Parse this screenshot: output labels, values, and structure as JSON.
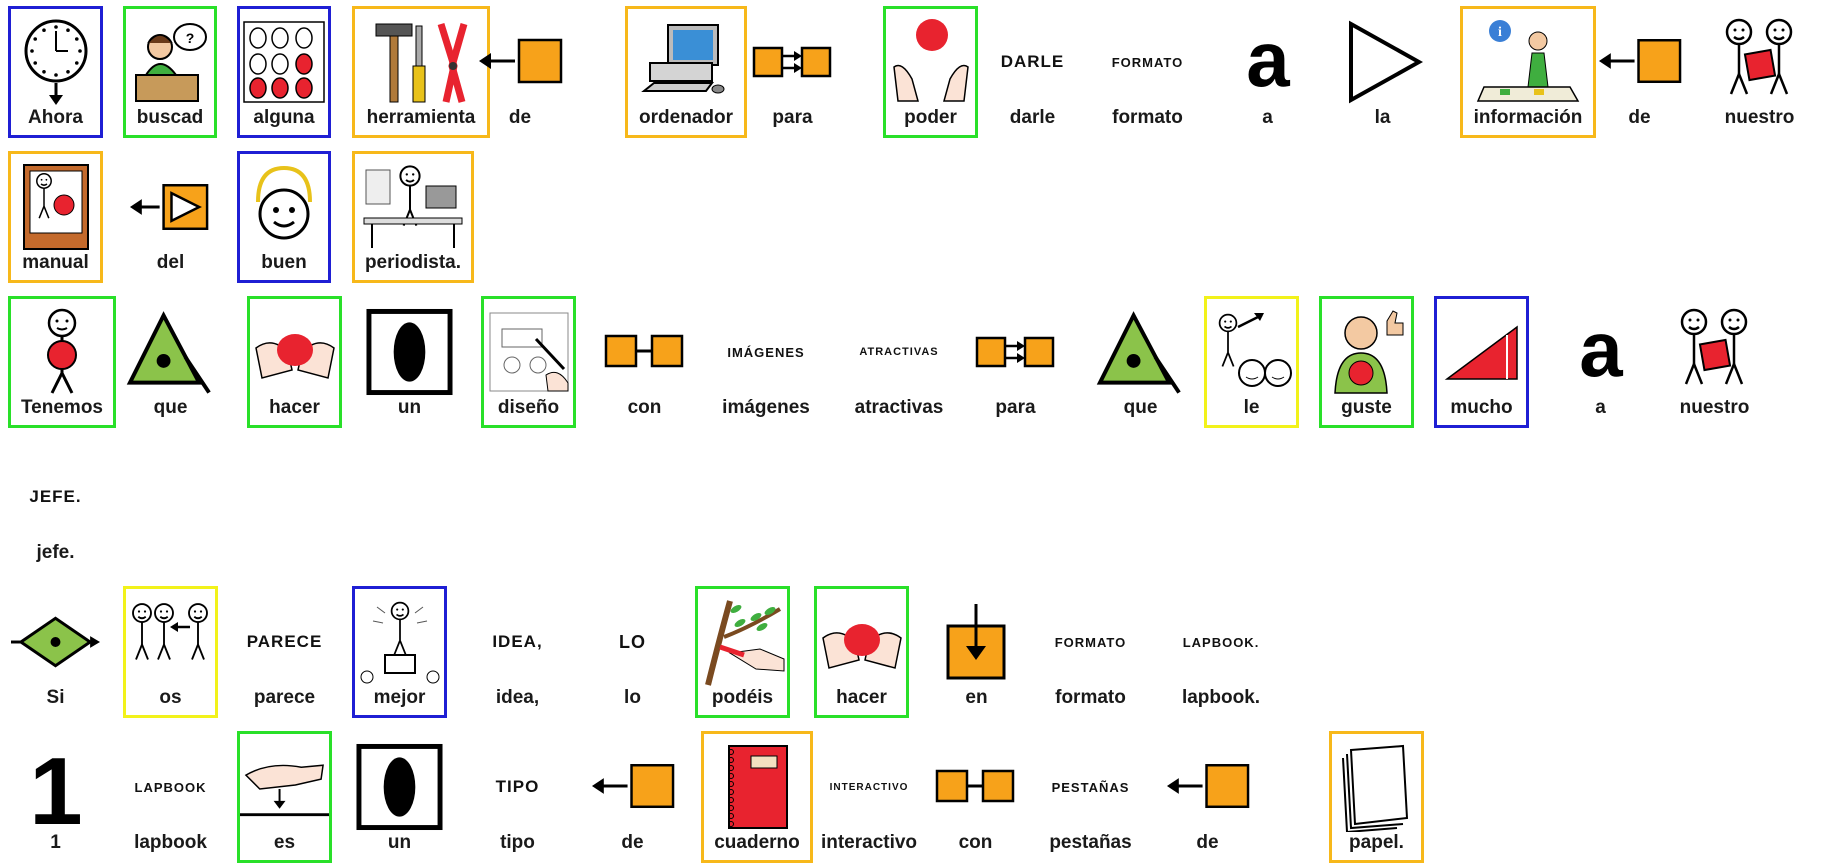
{
  "colors": {
    "blue": "#1f1fd4",
    "green": "#29e029",
    "orange": "#f7b81a",
    "yellow": "#f2f21a",
    "orange_fill": "#f7a21a"
  },
  "rows": [
    {
      "cells": [
        {
          "word": "Ahora",
          "border": "blue",
          "icon": "clock-icon"
        },
        {
          "word": "buscad",
          "border": "green",
          "icon": "search-person-icon"
        },
        {
          "word": "alguna",
          "border": "blue",
          "icon": "some-dots-icon"
        },
        {
          "word": "herramienta",
          "border": "orange",
          "icon": "tools-icon"
        },
        {
          "word": "de",
          "border": "none",
          "icon": "arrow-left-square-icon"
        },
        {
          "word": "ordenador",
          "border": "orange",
          "icon": "computer-icon"
        },
        {
          "word": "para",
          "border": "none",
          "icon": "two-squares-arrows-icon"
        },
        {
          "word": "poder",
          "border": "green",
          "icon": "hands-ball-icon"
        },
        {
          "word": "darle",
          "border": "none",
          "caps": "DARLE"
        },
        {
          "word": "formato",
          "border": "none",
          "caps": "FORMATO"
        },
        {
          "word": "a",
          "border": "none",
          "icon": "letter-a-icon"
        },
        {
          "word": "la",
          "border": "none",
          "icon": "triangle-right-icon"
        },
        {
          "word": "información",
          "border": "orange",
          "icon": "info-desk-icon"
        },
        {
          "word": "de",
          "border": "none",
          "icon": "arrow-left-square-icon"
        },
        {
          "word": "nuestro",
          "border": "none",
          "icon": "two-people-square-icon"
        }
      ]
    },
    {
      "cells": [
        {
          "word": "manual",
          "border": "orange",
          "icon": "manual-book-icon"
        },
        {
          "word": "del",
          "border": "none",
          "icon": "arrow-left-triangle-square-icon"
        },
        {
          "word": "buen",
          "border": "blue",
          "icon": "smile-halo-icon"
        },
        {
          "word": "periodista.",
          "border": "orange",
          "icon": "journalist-desk-icon"
        }
      ]
    },
    {
      "cells": [
        {
          "word": "Tenemos",
          "border": "green",
          "icon": "person-holding-icon"
        },
        {
          "word": "que",
          "border": "none",
          "icon": "green-triangle-icon"
        },
        {
          "word": "hacer",
          "border": "green",
          "icon": "hands-red-ball-icon"
        },
        {
          "word": "un",
          "border": "none",
          "icon": "black-oval-icon"
        },
        {
          "word": "diseño",
          "border": "green",
          "icon": "design-sketch-icon"
        },
        {
          "word": "con",
          "border": "none",
          "icon": "two-squares-linked-icon"
        },
        {
          "word": "imágenes",
          "border": "none",
          "caps": "IMÁGENES"
        },
        {
          "word": "atractivas",
          "border": "none",
          "caps": "ATRACTIVAS"
        },
        {
          "word": "para",
          "border": "none",
          "icon": "two-squares-arrows-icon"
        },
        {
          "word": "que",
          "border": "none",
          "icon": "green-triangle-icon"
        },
        {
          "word": "le",
          "border": "yellow",
          "icon": "person-pointing-icon"
        },
        {
          "word": "guste",
          "border": "green",
          "icon": "thumbs-up-person-icon"
        },
        {
          "word": "mucho",
          "border": "blue",
          "icon": "red-wedge-icon"
        },
        {
          "word": "a",
          "border": "none",
          "icon": "letter-a-icon"
        },
        {
          "word": "nuestro",
          "border": "none",
          "icon": "two-people-square-icon"
        }
      ]
    },
    {
      "cells": [
        {
          "word": "jefe.",
          "border": "none",
          "caps": "JEFE."
        }
      ]
    },
    {
      "cells": [
        {
          "word": "Si",
          "border": "none",
          "icon": "green-diamond-icon"
        },
        {
          "word": "os",
          "border": "yellow",
          "icon": "group-pointing-icon"
        },
        {
          "word": "parece",
          "border": "none",
          "caps": "PARECE"
        },
        {
          "word": "mejor",
          "border": "blue",
          "icon": "podium-person-icon"
        },
        {
          "word": "idea,",
          "border": "none",
          "caps": "IDEA,"
        },
        {
          "word": "lo",
          "border": "none",
          "caps": "LO"
        },
        {
          "word": "podéis",
          "border": "green",
          "icon": "pruning-branch-icon"
        },
        {
          "word": "hacer",
          "border": "green",
          "icon": "hands-red-ball-icon"
        },
        {
          "word": "en",
          "border": "none",
          "icon": "arrow-into-square-icon"
        },
        {
          "word": "formato",
          "border": "none",
          "caps": "FORMATO"
        },
        {
          "word": "lapbook.",
          "border": "none",
          "caps": "LAPBOOK."
        }
      ]
    },
    {
      "cells": [
        {
          "word": "1",
          "border": "none",
          "icon": "number-one-icon"
        },
        {
          "word": "lapbook",
          "border": "none",
          "caps": "LAPBOOK"
        },
        {
          "word": "es",
          "border": "green",
          "icon": "hand-pressing-icon"
        },
        {
          "word": "un",
          "border": "none",
          "icon": "black-oval-icon"
        },
        {
          "word": "tipo",
          "border": "none",
          "caps": "TIPO"
        },
        {
          "word": "de",
          "border": "none",
          "icon": "arrow-left-square-icon"
        },
        {
          "word": "cuaderno",
          "border": "orange",
          "icon": "red-notebook-icon"
        },
        {
          "word": "interactivo",
          "border": "none",
          "caps": "INTERACTIVO"
        },
        {
          "word": "con",
          "border": "none",
          "icon": "two-squares-linked-icon"
        },
        {
          "word": "pestañas",
          "border": "none",
          "caps": "PESTAÑAS"
        },
        {
          "word": "de",
          "border": "none",
          "icon": "arrow-left-square-icon"
        },
        {
          "word": "papel.",
          "border": "orange",
          "icon": "paper-stack-icon"
        }
      ]
    }
  ]
}
